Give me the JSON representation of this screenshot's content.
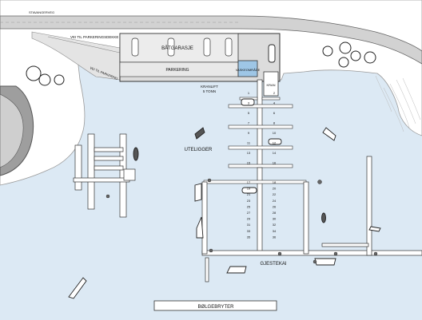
{
  "labels": {
    "road_top": "STAVANGERVEG",
    "parking_link": "VEI TIL PARKERINGSDEKKE",
    "road_left": "VEI TIL PARKERING",
    "batgarasje": "BÅTGARASJE",
    "parkering": "PARKERING",
    "vaskeomrade": "VASKEOMRÅDE",
    "kran": "KRAN",
    "kranlift_1": "KRANLIFT",
    "kranlift_2": "5 TONN",
    "utelugger": "UTELIGGER",
    "gjestekai": "GJESTEKAI",
    "bolgebryter": "BØLGEBRYTER"
  },
  "berths_upper": [
    "1",
    "2",
    "3",
    "4",
    "5",
    "6",
    "7",
    "8",
    "9",
    "10",
    "11",
    "12",
    "13",
    "14",
    "15",
    "16"
  ],
  "berths_lower": [
    "17",
    "18",
    "19",
    "20",
    "21",
    "22",
    "23",
    "24",
    "25",
    "26",
    "27",
    "28",
    "29",
    "30",
    "31",
    "32",
    "33",
    "34",
    "35",
    "36"
  ],
  "colors": {
    "water": "#dce9f4",
    "vask": "#9ec6e6",
    "land": "#ffffff",
    "road": "#d2d2d2",
    "pier": "#ffffff",
    "parking": "#dcdcdc"
  }
}
